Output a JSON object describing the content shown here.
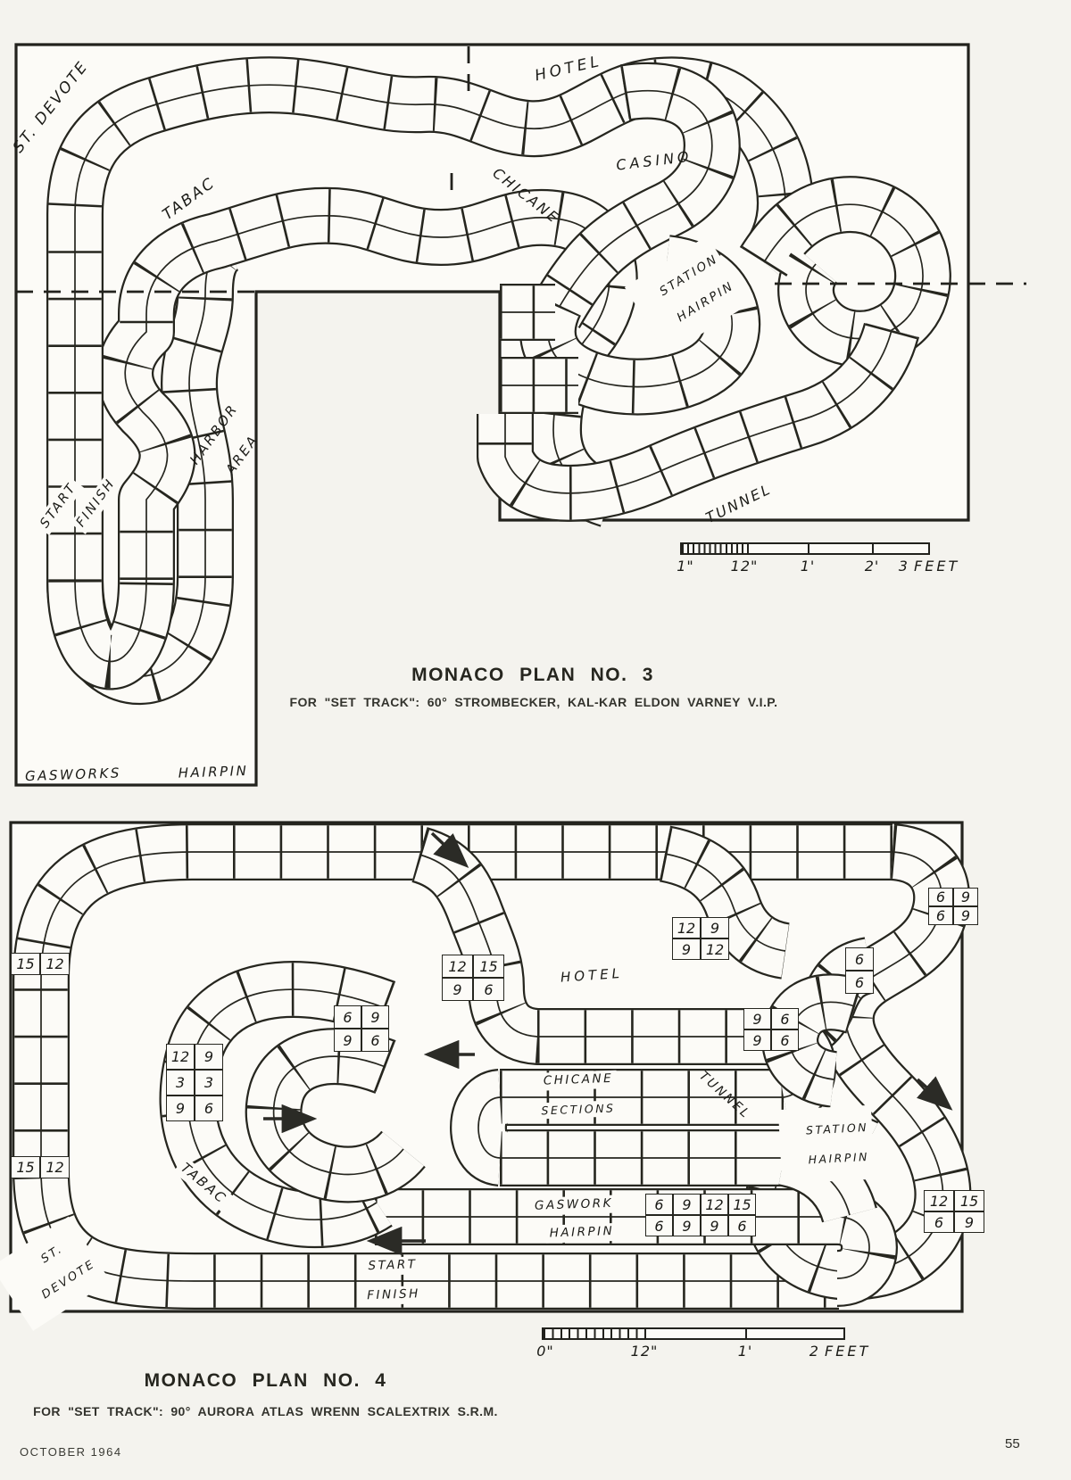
{
  "page": {
    "footer_date": "OCTOBER 1964",
    "page_number": "55"
  },
  "plan3": {
    "title": "MONACO PLAN NO. 3",
    "subtitle": "FOR \"SET TRACK\": 60° STROMBECKER, KAL-KAR ELDON VARNEY V.I.P.",
    "labels": {
      "st_devote": "ST. DEVOTE",
      "tabac": "TABAC",
      "hotel": "HOTEL",
      "casino": "CASINO",
      "chicane": "CHICANE",
      "station_line1": "STATION",
      "station_line2": "HAIRPIN",
      "harbor_line1": "HARBOR",
      "harbor_line2": "AREA",
      "start": "START",
      "finish": "FINISH",
      "tunnel": "TUNNEL",
      "gasworks": "GASWORKS",
      "gasworks_hairpin": "HAIRPIN"
    },
    "scale": {
      "t0": "1\"",
      "t1": "12\"",
      "t2": "1'",
      "t3": "2'",
      "t4": "3",
      "unit": "FEET"
    }
  },
  "plan4": {
    "title": "MONACO PLAN NO. 4",
    "subtitle": "FOR \"SET TRACK\": 90° AURORA ATLAS WRENN SCALEXTRIX S.R.M.",
    "labels": {
      "hotel": "HOTEL",
      "chicane": "CHICANE",
      "sections": "SECTIONS",
      "tunnel": "TUNNEL",
      "station_line1": "STATION",
      "station_line2": "HAIRPIN",
      "gaswork": "GASWORK",
      "gaswork_hairpin": "HAIRPIN",
      "tabac": "TABAC",
      "start": "START",
      "finish": "FINISH",
      "st_devote_line1": "ST.",
      "st_devote_line2": "DEVOTE"
    },
    "groups": {
      "g1": {
        "rows": [
          [
            "15",
            "12"
          ]
        ]
      },
      "g2": {
        "rows": [
          [
            "15",
            "12"
          ]
        ]
      },
      "g3": {
        "rows": [
          [
            "12",
            "9"
          ],
          [
            "3",
            "3"
          ],
          [
            "9",
            "6"
          ]
        ]
      },
      "g4": {
        "rows": [
          [
            "6",
            "9"
          ],
          [
            "9",
            "6"
          ]
        ]
      },
      "g5": {
        "rows": [
          [
            "12",
            "15"
          ],
          [
            "9",
            "6"
          ]
        ]
      },
      "g6": {
        "rows": [
          [
            "12",
            "9"
          ],
          [
            "9",
            "12"
          ]
        ]
      },
      "g7": {
        "rows": [
          [
            "6",
            "9"
          ],
          [
            "6",
            "9"
          ]
        ]
      },
      "g8": {
        "rows": [
          [
            "6"
          ],
          [
            "6"
          ]
        ]
      },
      "g9": {
        "rows": [
          [
            "9",
            "6"
          ],
          [
            "9",
            "6"
          ]
        ]
      },
      "g10": {
        "rows": [
          [
            "6",
            "9",
            "12",
            "15"
          ],
          [
            "6",
            "9",
            "9",
            "6"
          ]
        ]
      },
      "g11": {
        "rows": [
          [
            "12",
            "15"
          ],
          [
            "6",
            "9"
          ]
        ]
      }
    },
    "scale": {
      "t0": "0\"",
      "t1": "12\"",
      "t2": "1'",
      "t3": "2",
      "unit": "FEET"
    }
  }
}
